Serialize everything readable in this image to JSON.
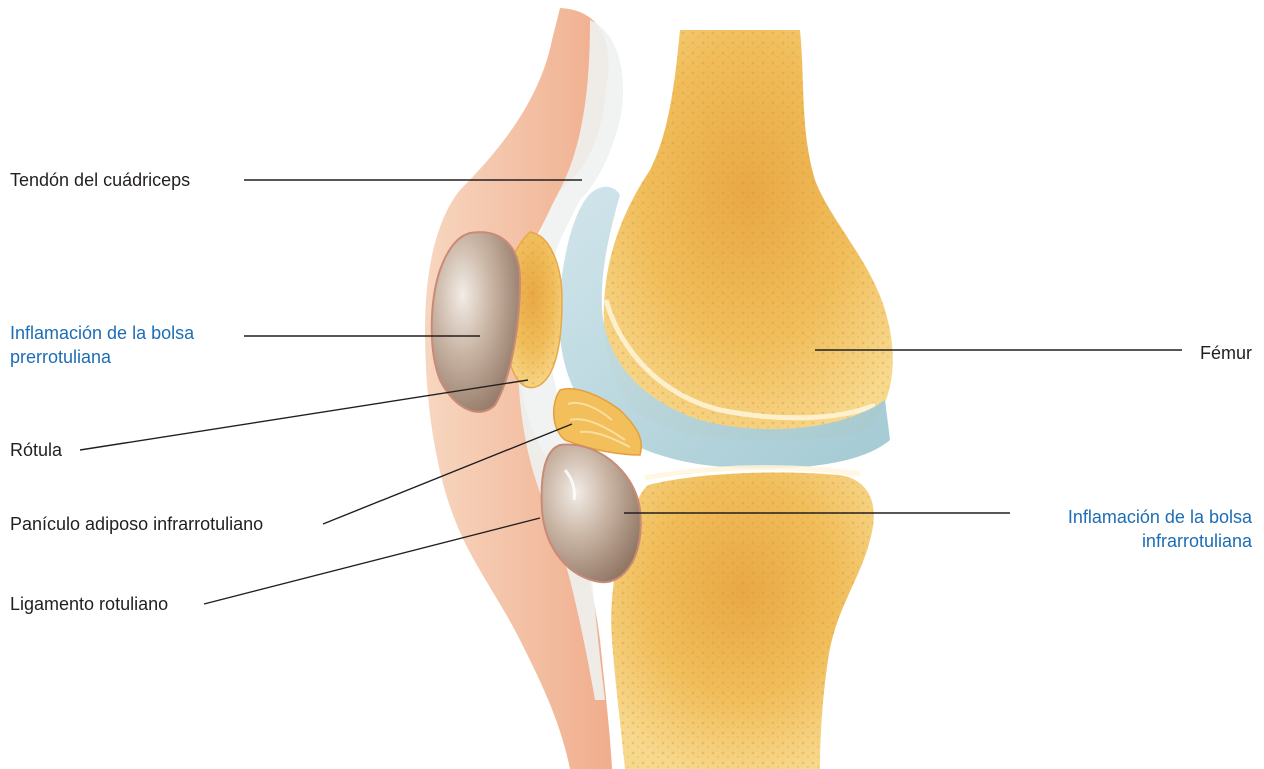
{
  "labels": {
    "quadriceps_tendon": "Tendón del cuádriceps",
    "prepatellar_bursitis_line1": "Inflamación de la bolsa",
    "prepatellar_bursitis_line2": "prerrotuliana",
    "patella": "Rótula",
    "infrapatellar_fat_pad": "Panículo adiposo infrarrotuliano",
    "patellar_ligament": "Ligamento rotuliano",
    "femur": "Fémur",
    "infrapatellar_bursitis_line1": "Inflamación de la bolsa",
    "infrapatellar_bursitis_line2": "infrarrotuliana"
  },
  "colors": {
    "text": "#231f20",
    "highlight_text": "#1d6db5",
    "bone": "#f2c25c",
    "cartilage": "#b9d7de",
    "skin": "#f4c4a8",
    "bursa": "#a89180"
  }
}
